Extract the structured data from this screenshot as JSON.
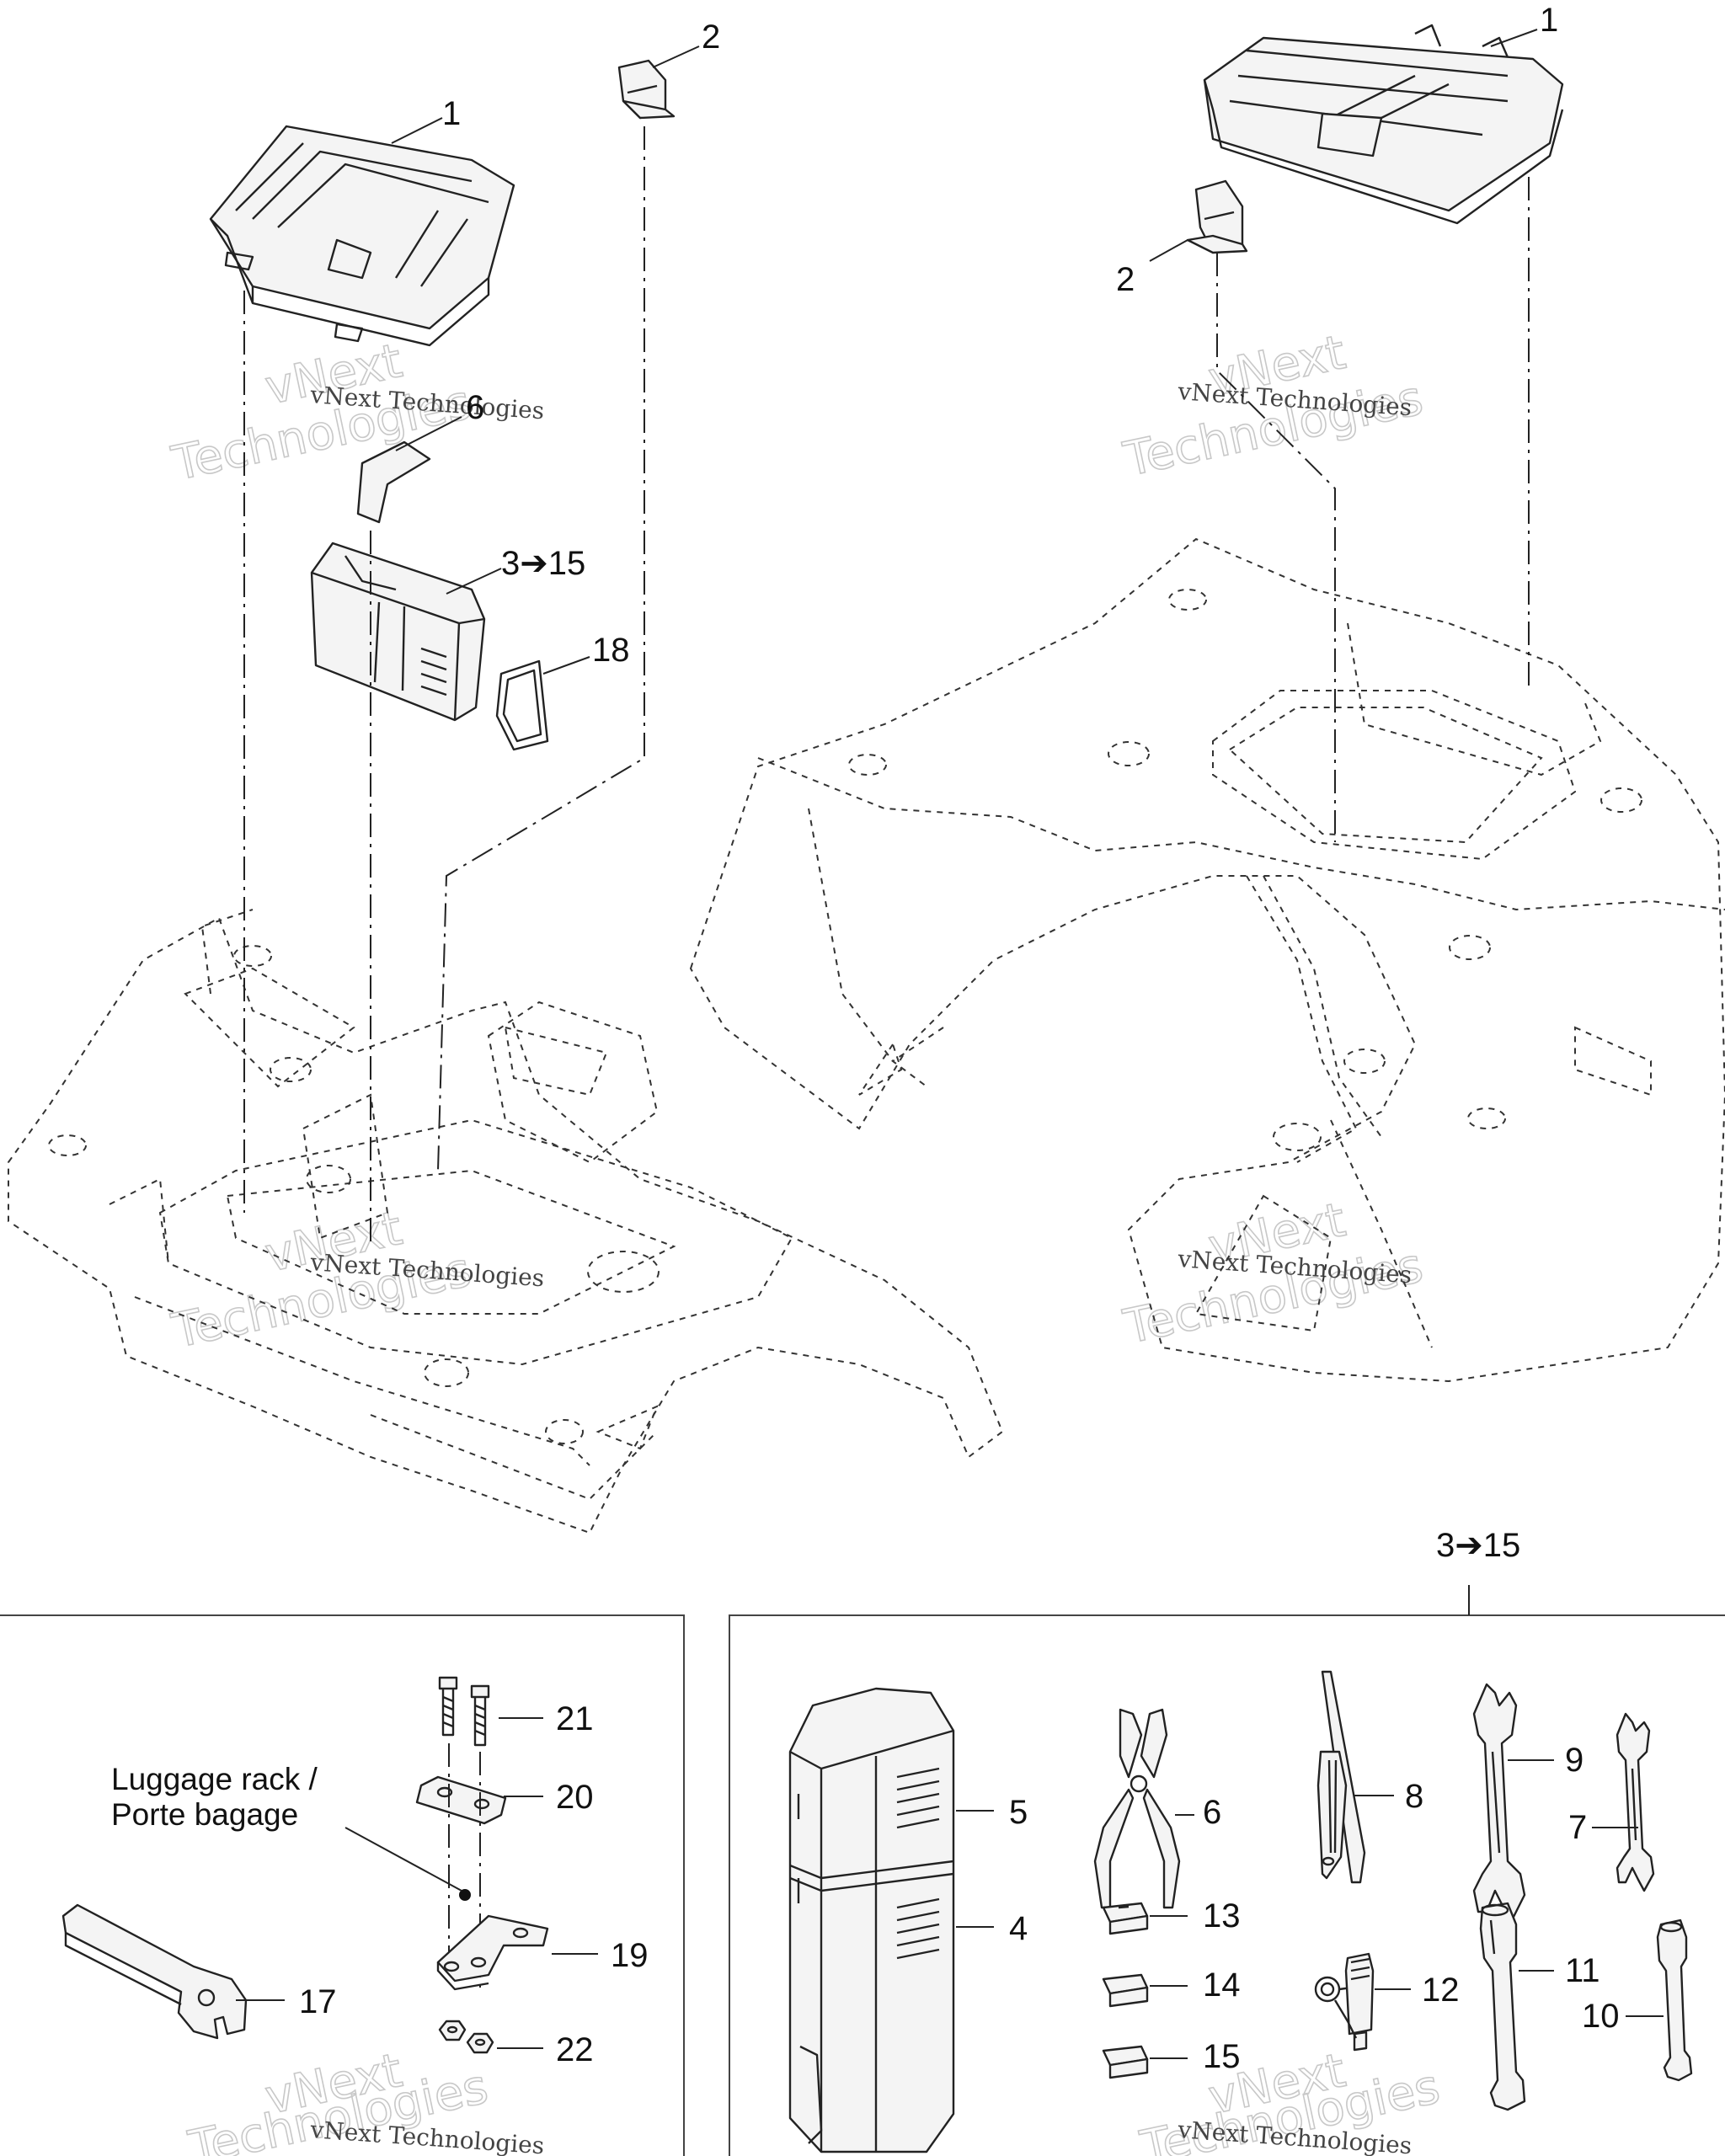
{
  "callouts": {
    "c1_left": "1",
    "c2_left": "2",
    "c6_top": "6",
    "c3_15_top": "3➔15",
    "c18": "18",
    "c1_right": "1",
    "c2_right": "2",
    "c3_15_kit": "3➔15",
    "c21": "21",
    "c20": "20",
    "c19": "19",
    "c17": "17",
    "c22": "22",
    "c5": "5",
    "c4": "4",
    "c6_kit": "6",
    "c13": "13",
    "c14": "14",
    "c15": "15",
    "c8": "8",
    "c9": "9",
    "c7": "7",
    "c12": "12",
    "c11": "11",
    "c10": "10"
  },
  "labels": {
    "luggage_rack_line1": "Luggage rack /",
    "luggage_rack_line2": "Porte bagage"
  },
  "watermark": {
    "brand_line1": "vNext",
    "brand_line2": "Technologies",
    "brand_full": "vNext Technologies"
  }
}
